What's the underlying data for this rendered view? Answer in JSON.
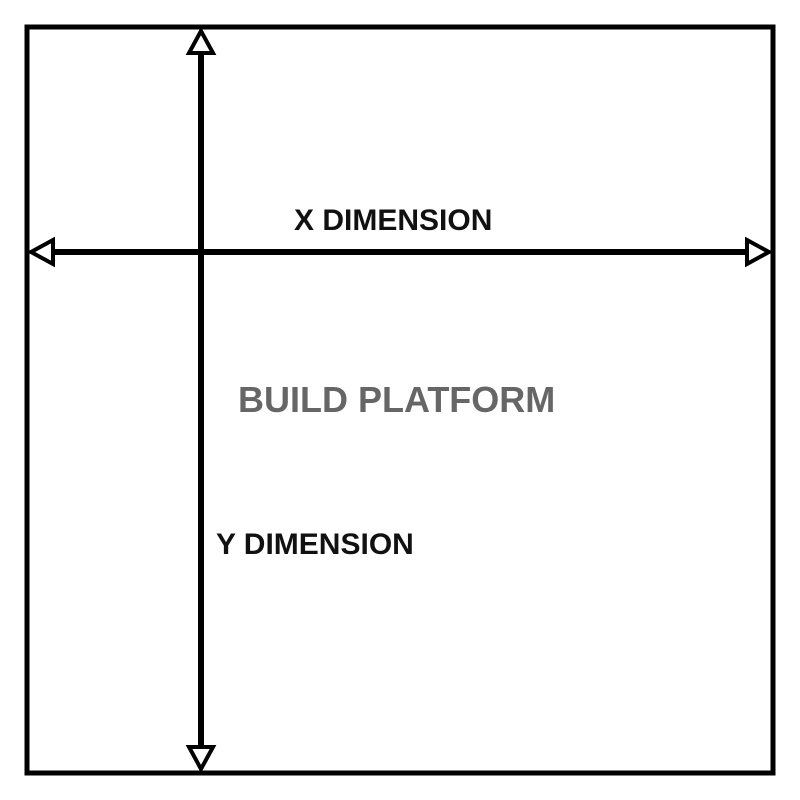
{
  "diagram": {
    "platform_label": "BUILD PLATFORM",
    "x_axis_label": "X DIMENSION",
    "y_axis_label": "Y DIMENSION"
  },
  "colors": {
    "line": "#000000",
    "axis_text": "#111111",
    "platform_text": "#666666",
    "background": "#ffffff"
  }
}
